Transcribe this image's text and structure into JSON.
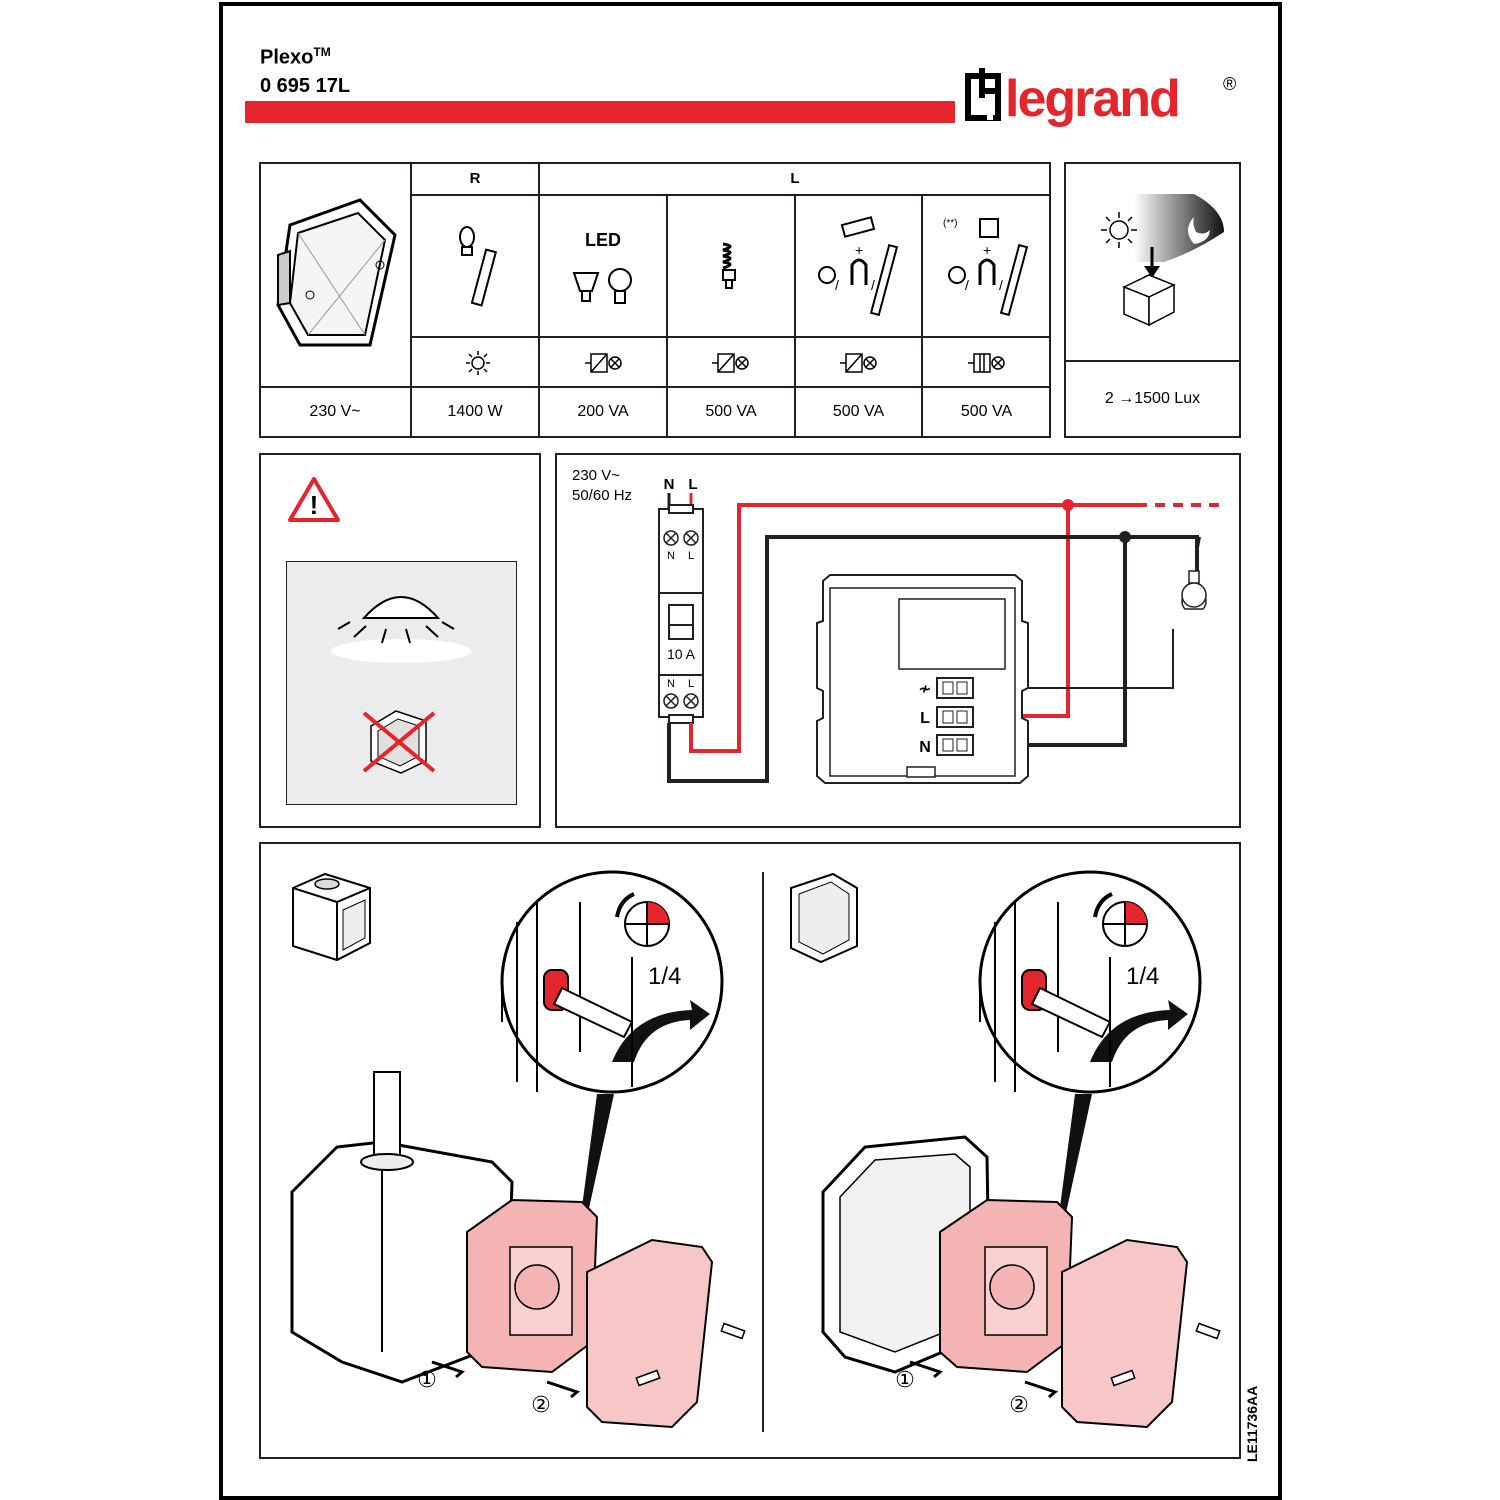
{
  "header": {
    "product": "Plexo",
    "trademark": "TM",
    "reference": "0 695 17L",
    "brand": "legrand",
    "registered": "®"
  },
  "load_table": {
    "group_r": "R",
    "group_l": "L",
    "led_label": "LED",
    "voltage": "230 V~",
    "ratings": [
      "1400 W",
      "200 VA",
      "500 VA",
      "500 VA",
      "500 VA"
    ],
    "note": "(**)",
    "plus": "+",
    "slash": "/"
  },
  "lux": {
    "range_start": "2",
    "range_end": "1500 Lux"
  },
  "warning": {
    "symbol": "!"
  },
  "wiring": {
    "supply_voltage": "230 V~",
    "supply_freq": "50/60 Hz",
    "breaker_n": "N",
    "breaker_l": "L",
    "breaker_rating": "10 A",
    "terminal_switched": "≁",
    "terminal_l": "L",
    "terminal_n": "N",
    "colors": {
      "live": "#e4252c",
      "neutral": "#231f20"
    }
  },
  "install": {
    "quarter_turn": "1/4",
    "step1": "①",
    "step2": "②"
  },
  "doc_code": "LE11736AA"
}
